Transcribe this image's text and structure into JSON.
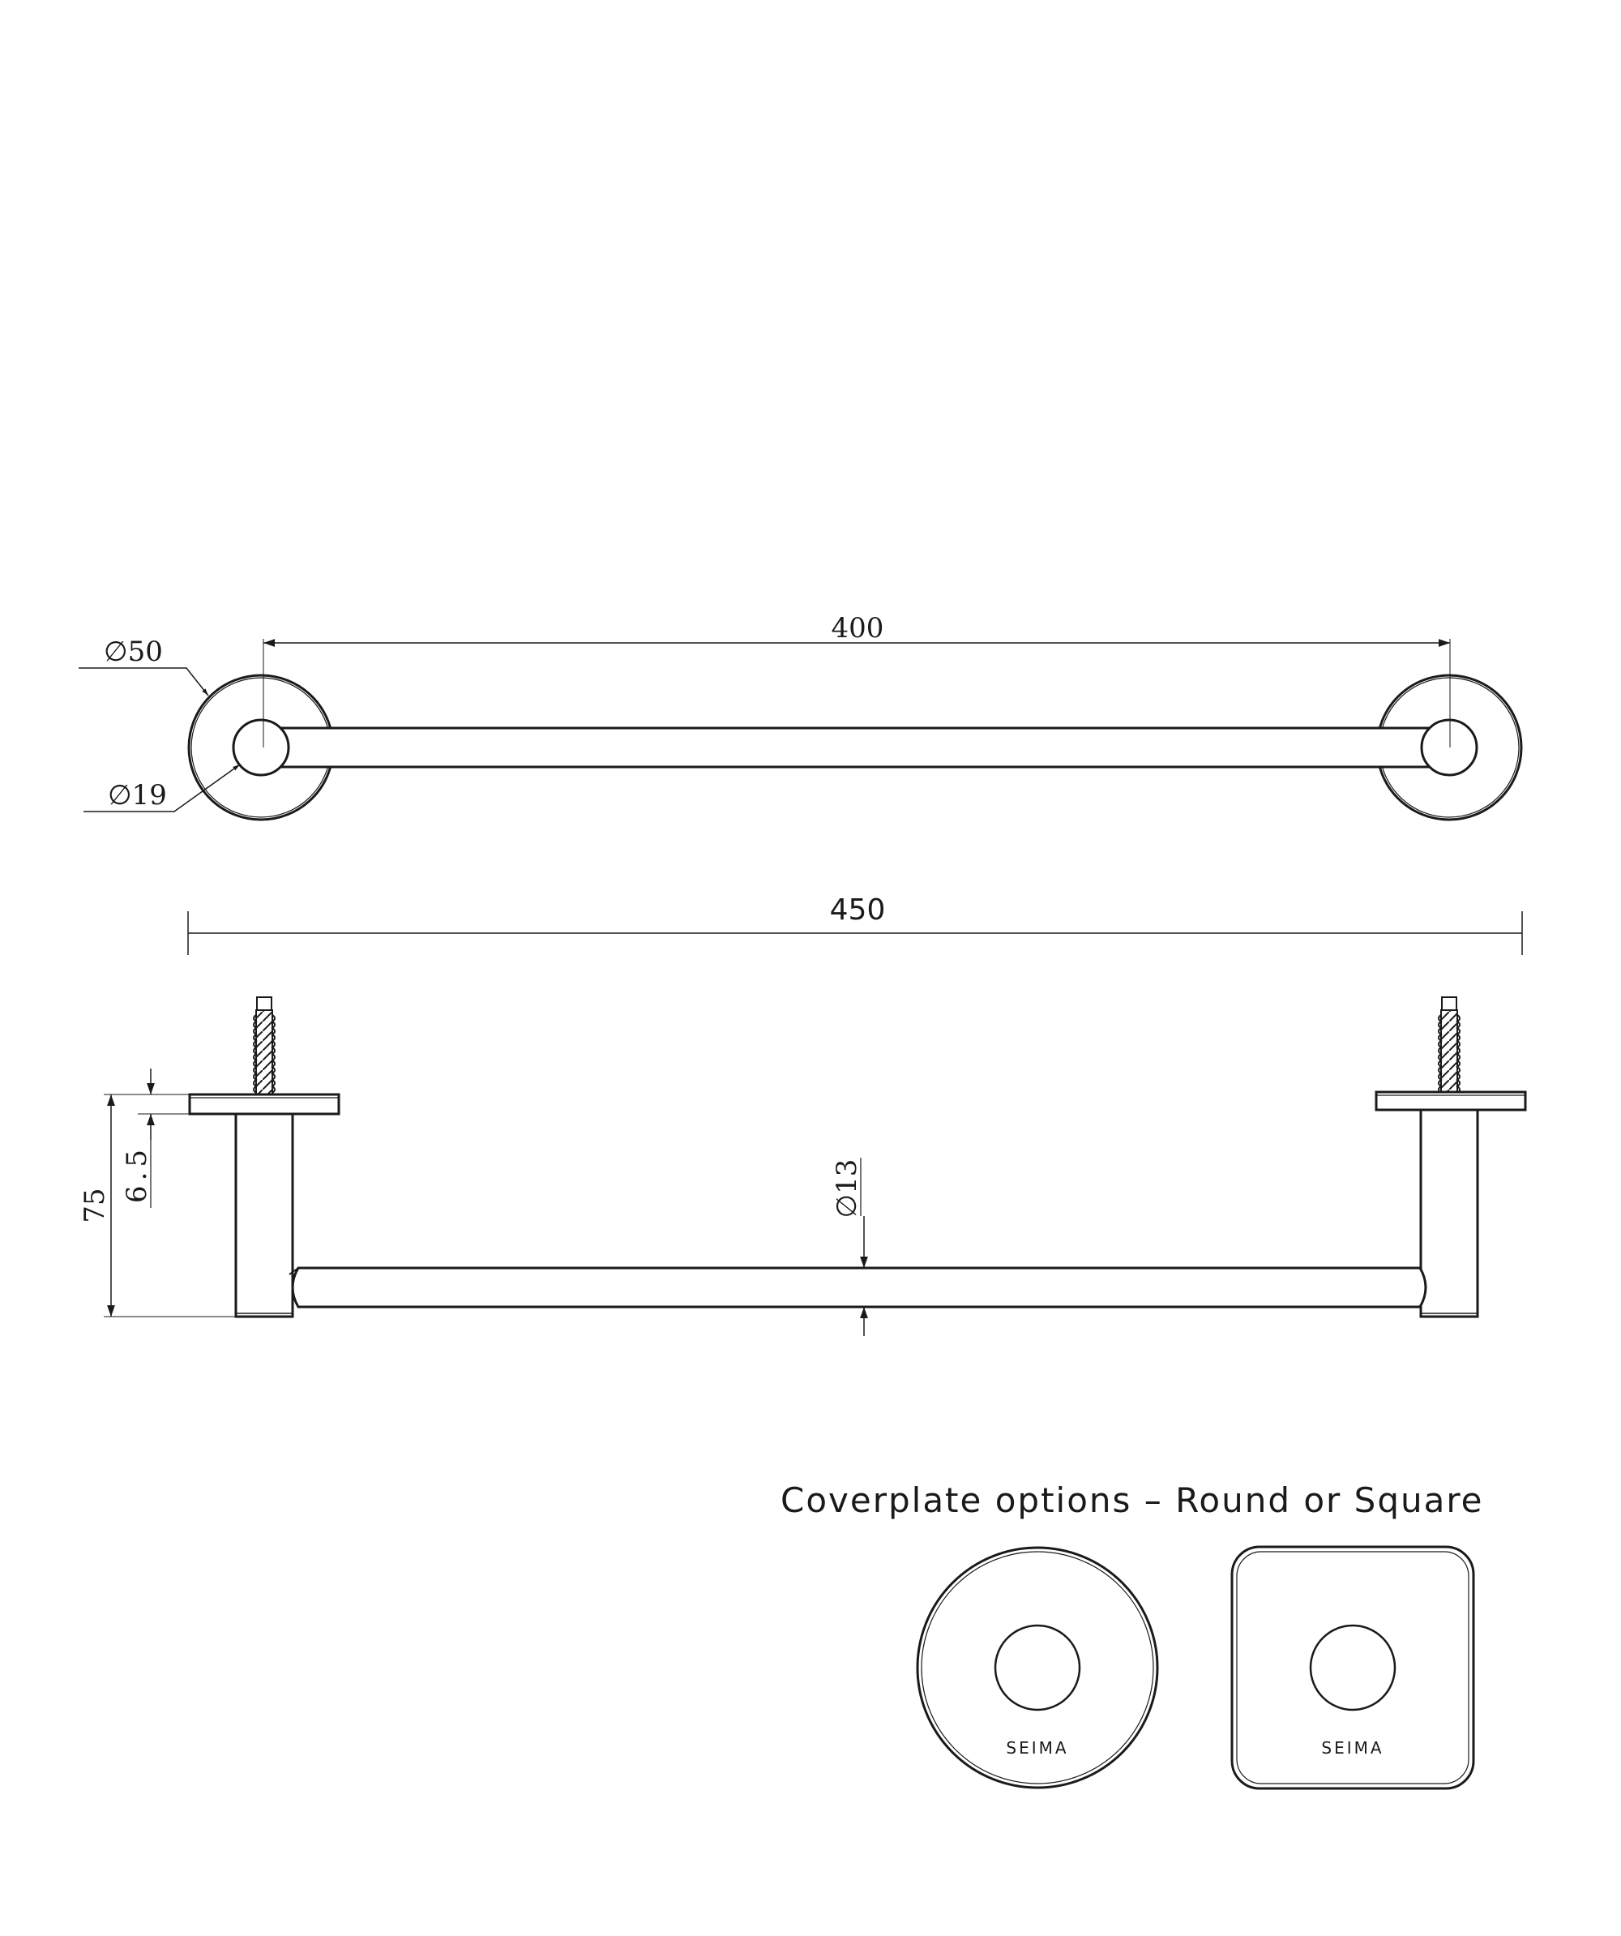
{
  "top_view": {
    "center_distance": "400",
    "plate_diameter": "∅50",
    "post_diameter": "∅19"
  },
  "side_view": {
    "overall_length": "450",
    "projection": "75",
    "plate_thickness": "6.5",
    "bar_diameter": "∅13"
  },
  "coverplate": {
    "caption": "Coverplate options – Round or Square",
    "round_brand": "SEIMA",
    "square_brand": "SEIMA"
  }
}
